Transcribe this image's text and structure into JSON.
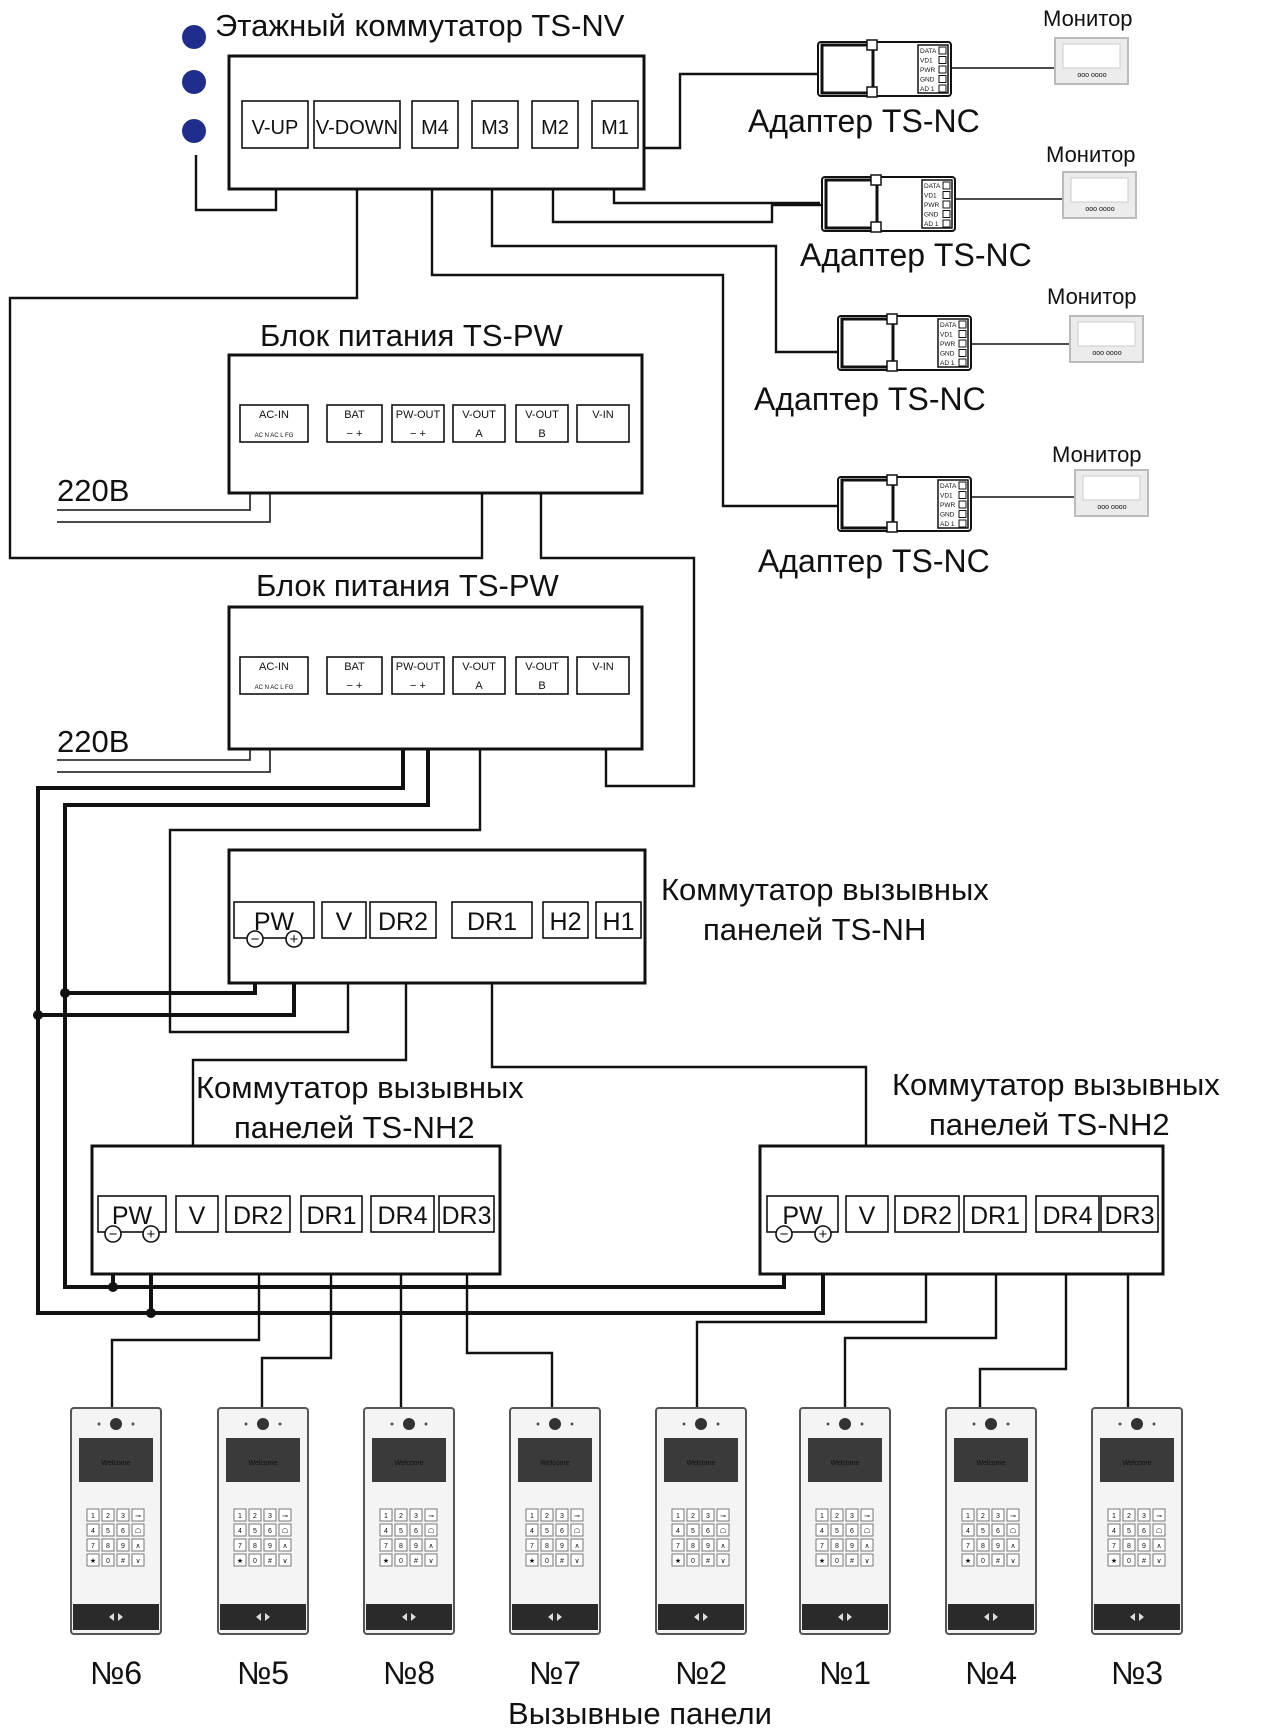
{
  "floor_switch": {
    "title": "Этажный коммутатор TS-NV",
    "ports": [
      "V-UP",
      "V-DOWN",
      "M4",
      "M3",
      "M2",
      "M1"
    ],
    "indicator_color": "#1f2d8c"
  },
  "adapters": {
    "label": "Адаптер TS-NC",
    "pins": [
      "DATA",
      "VD1",
      "PWR",
      "GND",
      "AD 1"
    ]
  },
  "monitors": {
    "label": "Монитор",
    "screen_text": "ooo oooo"
  },
  "power_units": [
    {
      "title": "Блок питания  TS-PW",
      "mains_label": "220В",
      "terminals": [
        {
          "name": "AC-IN",
          "sub": "AC N   AC L   FG"
        },
        {
          "name": "BAT",
          "sub": "−        +"
        },
        {
          "name": "PW-OUT",
          "sub": "−        +"
        },
        {
          "name": "V-OUT",
          "sub": "A"
        },
        {
          "name": "V-OUT",
          "sub": "B"
        },
        {
          "name": "V-IN",
          "sub": ""
        }
      ]
    },
    {
      "title": "Блок питания  TS-PW",
      "mains_label": "220В",
      "terminals": [
        {
          "name": "AC-IN",
          "sub": "AC N   AC L   FG"
        },
        {
          "name": "BAT",
          "sub": "−        +"
        },
        {
          "name": "PW-OUT",
          "sub": "−        +"
        },
        {
          "name": "V-OUT",
          "sub": "A"
        },
        {
          "name": "V-OUT",
          "sub": "B"
        },
        {
          "name": "V-IN",
          "sub": ""
        }
      ]
    }
  ],
  "panel_switch": {
    "title_line1": "Коммутатор вызывных",
    "title_line2": "панелей TS-NH",
    "ports": [
      "PW",
      "V",
      "DR2",
      "DR1",
      "H2",
      "H1"
    ]
  },
  "panel_switch2": {
    "title_line1": "Коммутатор вызывных",
    "title_line2": "панелей TS-NH2",
    "ports": [
      "PW",
      "V",
      "DR2",
      "DR1",
      "DR4",
      "DR3"
    ]
  },
  "call_panels": {
    "caption": "Вызывные панели",
    "screen_text": "Welcome",
    "keys": [
      "1",
      "2",
      "3",
      "⊸",
      "4",
      "5",
      "6",
      "☖",
      "7",
      "8",
      "9",
      "∧",
      "★",
      "0",
      "#",
      "∨"
    ],
    "numbers": [
      "№6",
      "№5",
      "№8",
      "№7",
      "№2",
      "№1",
      "№4",
      "№3"
    ]
  },
  "symbols": {
    "minus": "−",
    "plus": "+"
  }
}
